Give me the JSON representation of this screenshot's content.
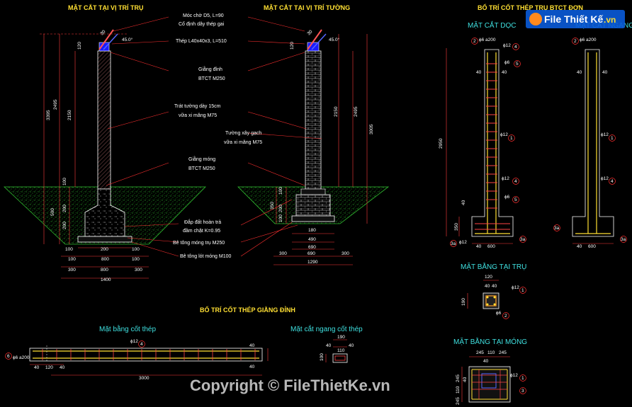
{
  "titles": {
    "section_column": "MẶT CẮT TẠI VỊ TRÍ TRỤ",
    "section_wall": "MẶT CẮT TẠI VỊ TRÍ TƯỜNG",
    "column_rebar": "BỐ TRÍ CỐT THÉP TRỤ BTCT ĐƠN",
    "beam_rebar": "BỐ TRÍ CỐT THÉP GIẰNG ĐỈNH"
  },
  "subtitles": {
    "longitudinal": "MẶT CẮT DỌC",
    "transverse": "MẶT CẮT NGANG",
    "plan_column": "MẶT BẰNG TẠI TRỤ",
    "plan_footing": "MẶT BẰNG TẠI MÓNG",
    "beam_plan": "Mặt bằng cốt thép",
    "beam_section": "Mặt cắt ngang cốt thép"
  },
  "notes": {
    "hook": "Móc chờ D5, L=90",
    "hook2": "Cố định dây thép gai",
    "angle_steel": "Thép L40x40x3, L=510",
    "top_beam": "Giằng đỉnh",
    "top_beam2": "BTCT M250",
    "plaster": "Trát tường dày 15cm",
    "plaster2": "vữa xi măng M75",
    "brick_wall": "Tường xây gạch",
    "brick_wall2": "vữa xi măng M75",
    "footing_beam": "Giằng móng",
    "footing_beam2": "BTCT M250",
    "backfill": "Đắp đất hoàn trả",
    "backfill2": "đầm chặt K=0.95",
    "col_footing": "Bê tông móng trụ M250",
    "lean_concrete": "Bê tông lót móng M100"
  },
  "dims": {
    "d_30": "30",
    "d_45": "45.0°",
    "d_120": "120",
    "d_2495": "2495",
    "d_2150": "2150",
    "d_3395": "3395",
    "d_3005": "3005",
    "d_100": "100",
    "d_200": "200",
    "d_500": "500",
    "d_300": "300",
    "d_800": "800",
    "d_1400": "1400",
    "d_180": "180",
    "d_490": "490",
    "d_690": "690",
    "d_1290": "1290",
    "d_350": "350",
    "d_40": "40",
    "d_2950": "2950",
    "d_600": "600",
    "d_245": "245",
    "d_110": "110",
    "d_3000": "3000",
    "d_190": "190"
  },
  "rebar": {
    "p6a200": "ϕ6 a200",
    "p12": "ϕ12",
    "p6": "ϕ6",
    "m1": "1",
    "m2": "2",
    "m3": "3",
    "m4": "4",
    "m5": "5",
    "m6": "6",
    "m3a": "3a"
  },
  "watermark": "Copyright © FileThietKe.vn",
  "logo": {
    "name": "File Thiết Kế",
    "domain": ".vn"
  },
  "colors": {
    "bg": "#000000",
    "title": "#ffe033",
    "cyan": "#3fe0e0",
    "dim": "#ff3b3b",
    "rebar": "#ffe033",
    "leader": "#ff3030",
    "hatch": "#33c433",
    "line": "#ffffff"
  }
}
